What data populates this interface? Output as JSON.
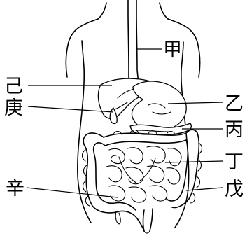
{
  "labels": {
    "jia": "甲",
    "yi": "乙",
    "bing": "丙",
    "ding": "丁",
    "wu": "戊",
    "ji": "己",
    "geng": "庚",
    "xin": "辛"
  },
  "colors": {
    "line": "#000000",
    "background": "#ffffff"
  }
}
